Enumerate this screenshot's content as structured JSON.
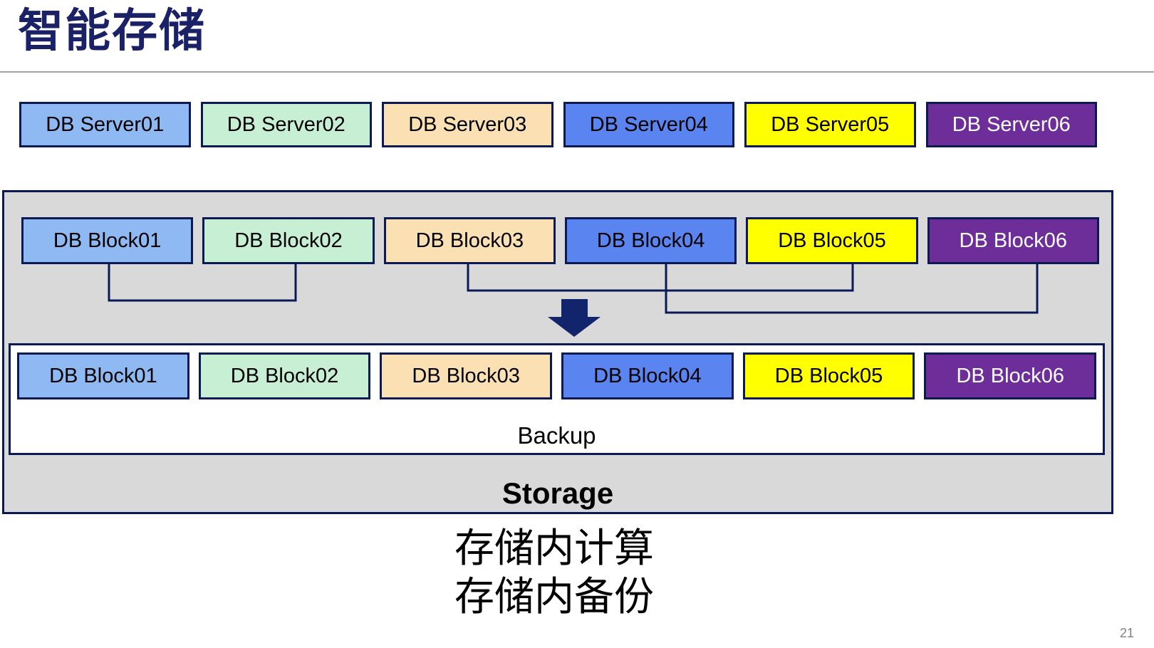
{
  "slide": {
    "title": "智能存储",
    "page_number": "21"
  },
  "palette": [
    {
      "fill": "#8FB9F2",
      "text": "#000000"
    },
    {
      "fill": "#C6EFD4",
      "text": "#000000"
    },
    {
      "fill": "#FAE0B2",
      "text": "#000000"
    },
    {
      "fill": "#5A84F0",
      "text": "#000000"
    },
    {
      "fill": "#FFFF00",
      "text": "#000000"
    },
    {
      "fill": "#6D2E99",
      "text": "#FFFFFF"
    }
  ],
  "server_row": [
    "DB Server01",
    "DB Server02",
    "DB Server03",
    "DB Server04",
    "DB Server05",
    "DB Server06"
  ],
  "storage_box": {
    "blocks_top": [
      "DB Block01",
      "DB Block02",
      "DB Block03",
      "DB Block04",
      "DB Block05",
      "DB Block06"
    ],
    "blocks_bottom": [
      "DB Block01",
      "DB Block02",
      "DB Block03",
      "DB Block04",
      "DB Block05",
      "DB Block06"
    ],
    "backup_label": "Backup",
    "storage_label": "Storage"
  },
  "captions": {
    "line1": "存储内计算",
    "line2": "存储内备份"
  },
  "colors": {
    "border_navy": "#0B1A55",
    "title_navy": "#1B2167",
    "arrow_navy": "#12246B",
    "storage_bg": "#D9D9D9",
    "rule_gray": "#A3A3A3",
    "page_gray": "#7F7F7F"
  }
}
